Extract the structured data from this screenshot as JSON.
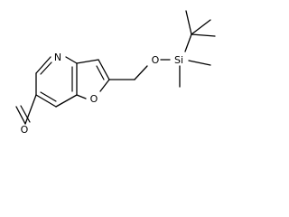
{
  "molecule": {
    "atoms": {
      "aldehyde_oxygen": "O",
      "pyridine_nitrogen": "N",
      "furan_oxygen": "O",
      "ether_oxygen": "O",
      "silicon": "Si"
    },
    "colors": {
      "ink": "#000000",
      "background": "#ffffff"
    }
  }
}
